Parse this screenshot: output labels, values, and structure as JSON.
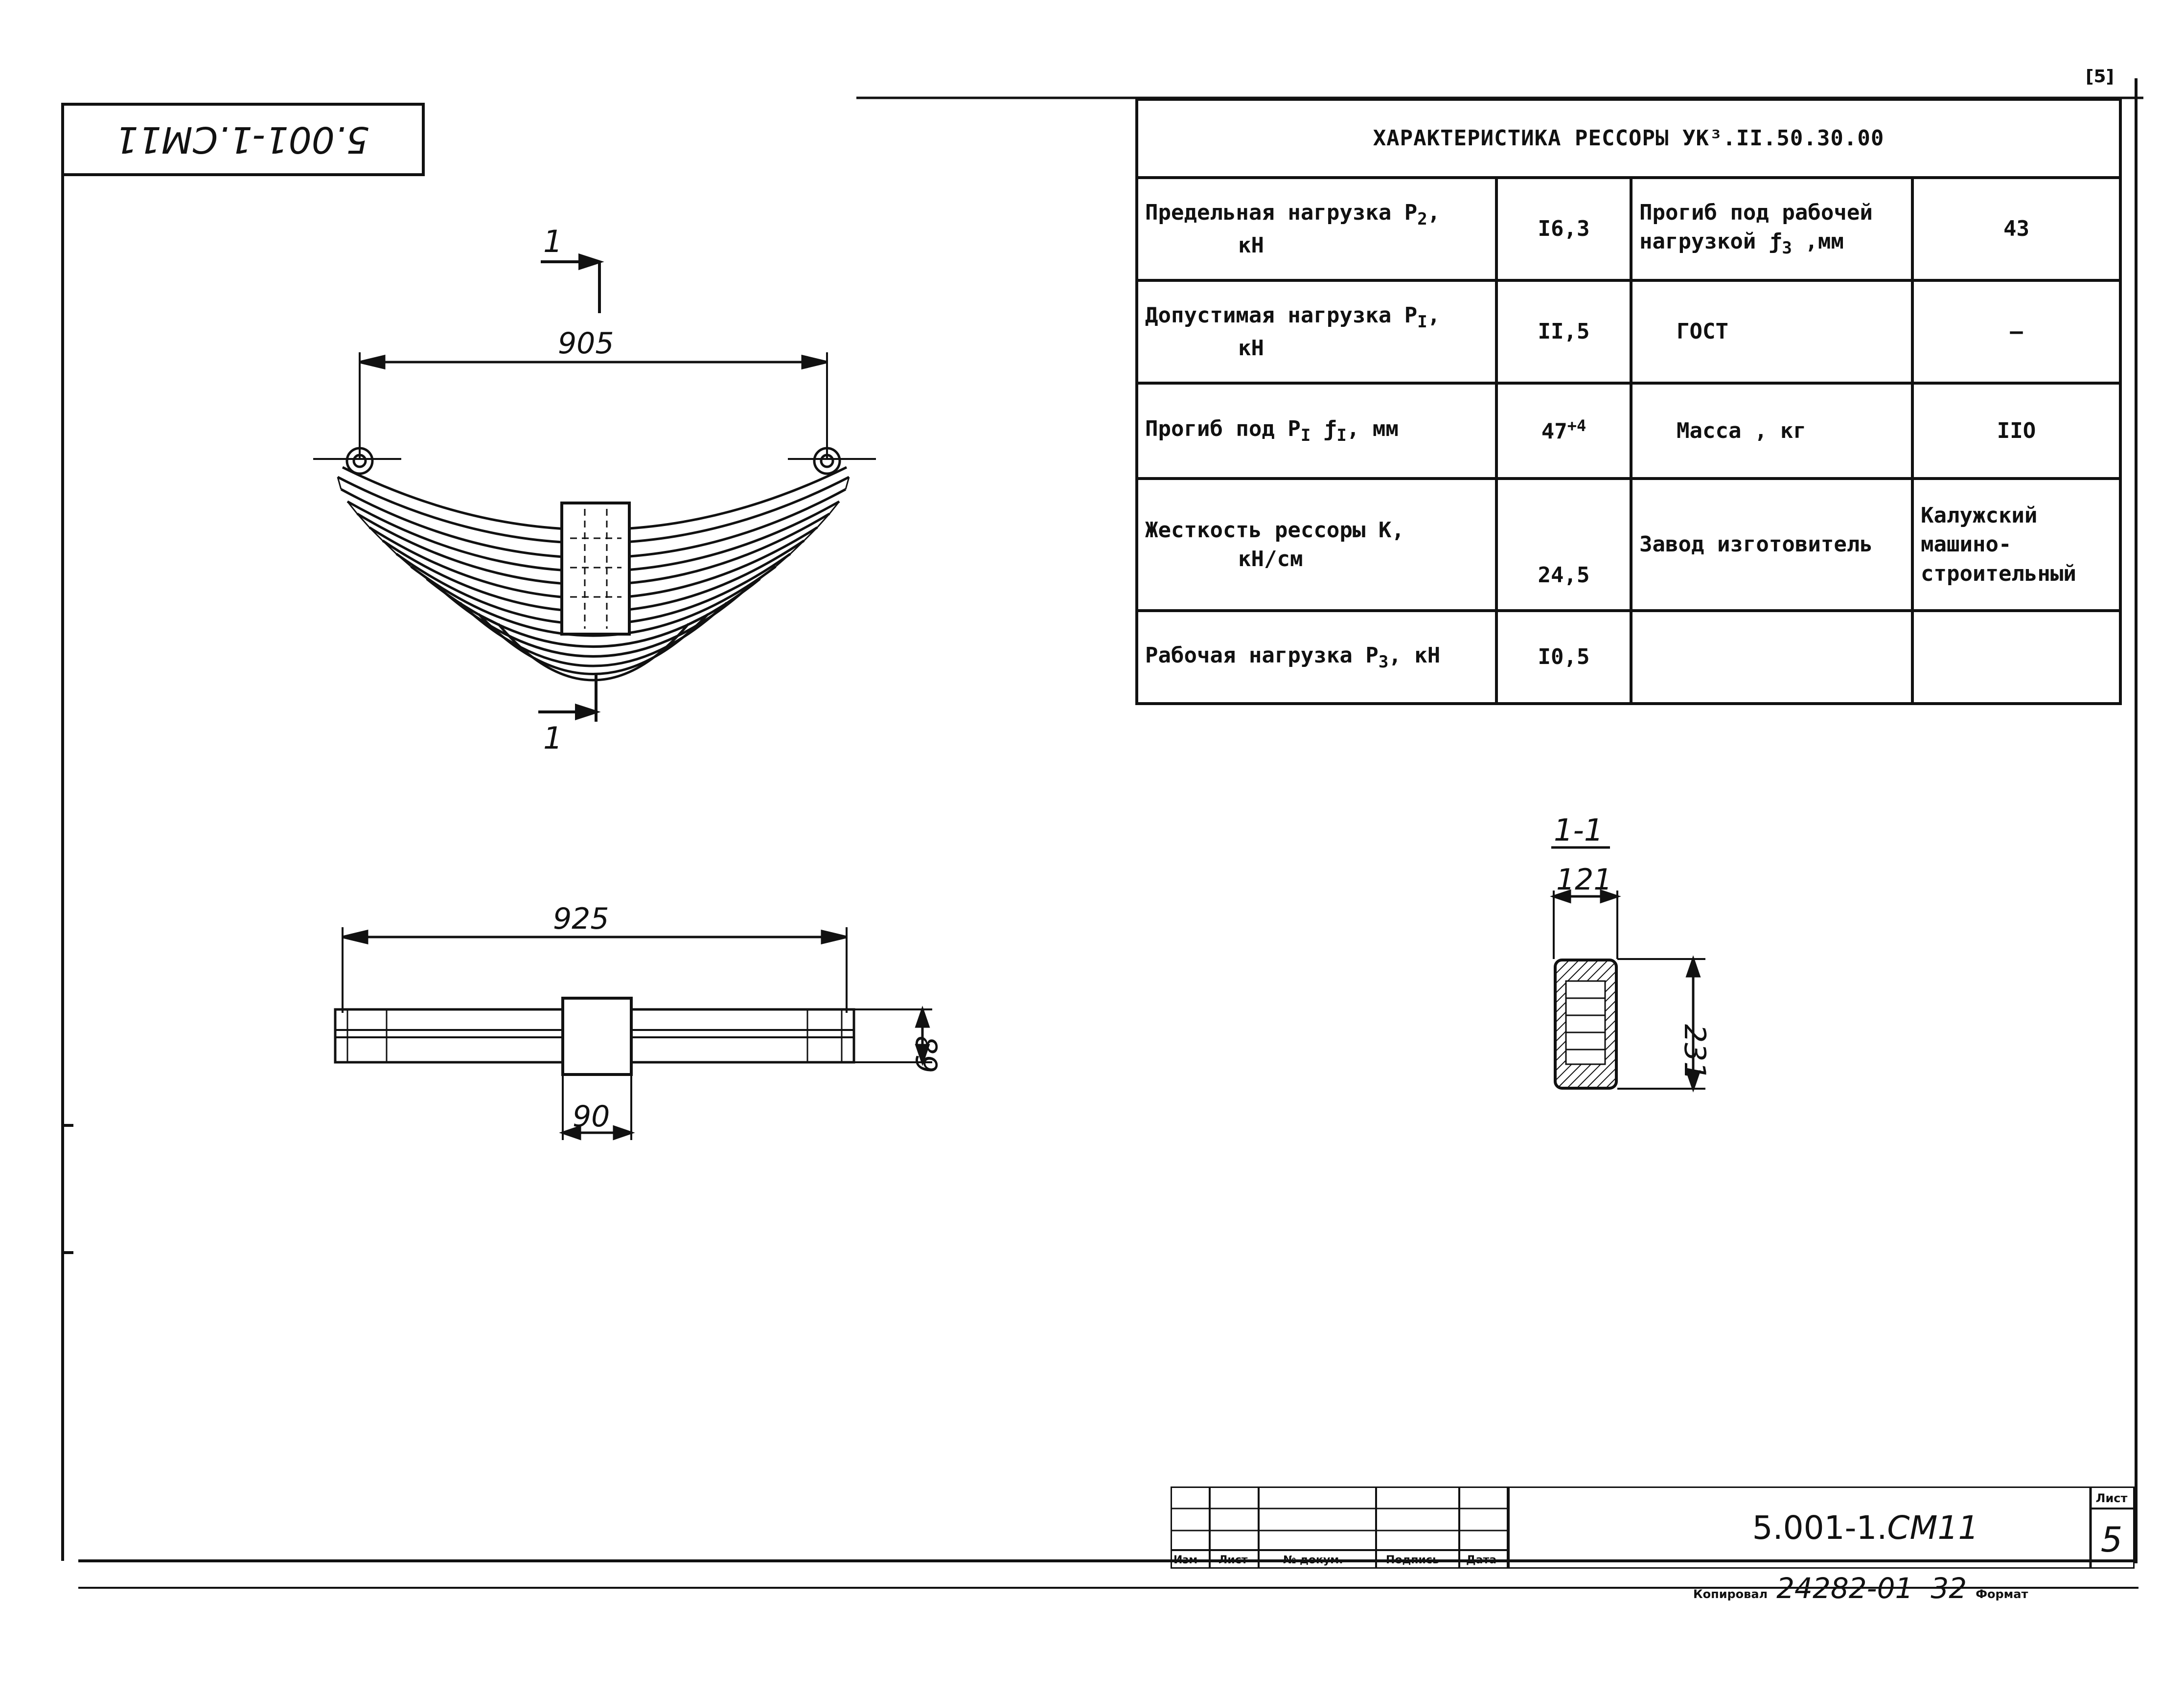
{
  "stamp": {
    "code": "5.001-1.CM11"
  },
  "corner_page": "[5]",
  "spec_table": {
    "title": "ХАРАКТЕРИСТИКА РЕССОРЫ   УК³.II.50.30.00",
    "rows": [
      {
        "label_a": "Предельная нагрузка P",
        "sub_a": "2",
        "label_a2": ",",
        "unit_a": "кН",
        "value_a": "I6,3",
        "label_b": "Прогиб под рабочей нагрузкой ƒ",
        "sub_b": "3",
        "unit_b": " ,мм",
        "value_b": "43"
      },
      {
        "label_a": "Допустимая нагрузка P",
        "sub_a": "I",
        "label_a2": ",",
        "unit_a": "кН",
        "value_a": "II,5",
        "label_b": "ГОСТ",
        "value_b": "—"
      },
      {
        "label_a": "Прогиб под P",
        "sub_a": "I",
        "label_a2": "  ƒ",
        "sub_a2": "I",
        "unit_a": ", мм",
        "value_a": "47",
        "sup_value_a": "+4",
        "label_b": "Масса , кг",
        "value_b": "IIO"
      },
      {
        "label_a": "Жесткость рессоры K,",
        "unit_a": "кН/см",
        "value_a": "24,5",
        "label_b": "Завод изготовитель",
        "value_b": "Калужский машино-строительный"
      },
      {
        "label_a": "Рабочая нагрузка P",
        "sub_a": "3",
        "label_a2": ", кН",
        "value_a": "I0,5",
        "label_b": "",
        "value_b": ""
      }
    ]
  },
  "drawing": {
    "section_mark": "1",
    "section_title": "1-1",
    "dims": {
      "spring_span": "905",
      "plan_length": "925",
      "plan_width": "89",
      "clamp_width": "90",
      "section_width": "121",
      "section_height": "231"
    }
  },
  "title_block": {
    "doc_number": "5.001-1.",
    "doc_suffix": "CM11",
    "sheet_label": "Лист",
    "sheet_number": "5",
    "column_labels": [
      "Изм",
      "Лист",
      "№ докум.",
      "Подпись",
      "Дата"
    ],
    "copied_label": "Копировал",
    "copy_number": "24282-01",
    "copy_page": "32",
    "format_label": "Формат"
  }
}
